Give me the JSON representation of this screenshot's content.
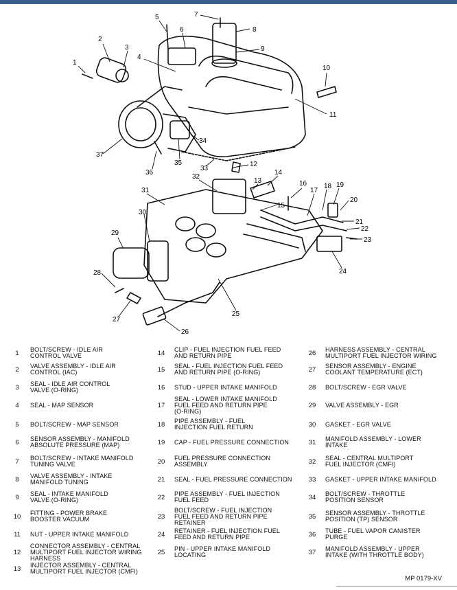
{
  "figure_code": "MP 0179-XV",
  "callouts": [
    "1",
    "2",
    "3",
    "4",
    "5",
    "6",
    "7",
    "8",
    "9",
    "10",
    "11",
    "12",
    "13",
    "14",
    "15",
    "15",
    "16",
    "17",
    "18",
    "19",
    "20",
    "21",
    "22",
    "23",
    "24",
    "25",
    "26",
    "27",
    "28",
    "29",
    "30",
    "31",
    "32",
    "33",
    "34",
    "35",
    "36",
    "37"
  ],
  "legend": [
    {
      "num": "1",
      "text": "BOLT/SCREW - IDLE AIR\nCONTROL VALVE"
    },
    {
      "num": "2",
      "text": "VALVE ASSEMBLY - IDLE AIR\nCONTROL (IAC)"
    },
    {
      "num": "3",
      "text": "SEAL - IDLE AIR CONTROL\nVALVE (O-RING)"
    },
    {
      "num": "4",
      "text": "SEAL - MAP SENSOR"
    },
    {
      "num": "5",
      "text": "BOLT/SCREW - MAP SENSOR"
    },
    {
      "num": "6",
      "text": "SENSOR ASSEMBLY - MANIFOLD\nABSOLUTE PRESSURE (MAP)"
    },
    {
      "num": "7",
      "text": "BOLT/SCREW - INTAKE MANIFOLD\nTUNING VALVE"
    },
    {
      "num": "8",
      "text": "VALVE ASSEMBLY - INTAKE\nMANIFOLD TUNING"
    },
    {
      "num": "9",
      "text": "SEAL - INTAKE MANIFOLD\nVALVE (O-RING)"
    },
    {
      "num": "10",
      "text": "FITTING - POWER BRAKE\nBOOSTER VACUUM"
    },
    {
      "num": "11",
      "text": "NUT - UPPER INTAKE MANIFOLD"
    },
    {
      "num": "12",
      "text": "CONNECTOR ASSEMBLY - CENTRAL\nMULTIPORT FUEL INJECTOR WIRING\nHARNESS"
    },
    {
      "num": "13",
      "text": "INJECTOR ASSEMBLY - CENTRAL\nMULTIPORT FUEL INJECTOR (CMFI)"
    },
    {
      "num": "14",
      "text": "CLIP - FUEL INJECTION FUEL FEED\nAND RETURN PIPE"
    },
    {
      "num": "15",
      "text": "SEAL - FUEL INJECTION FUEL FEED\nAND RETURN PIPE (O-RING)"
    },
    {
      "num": "16",
      "text": "STUD - UPPER INTAKE MANIFOLD"
    },
    {
      "num": "17",
      "text": "SEAL - LOWER INTAKE MANIFOLD\nFUEL FEED AND RETURN PIPE\n(O-RING)"
    },
    {
      "num": "18",
      "text": "PIPE ASSEMBLY - FUEL\nINJECTION FUEL RETURN"
    },
    {
      "num": "19",
      "text": "CAP - FUEL PRESSURE CONNECTION"
    },
    {
      "num": "20",
      "text": "FUEL PRESSURE CONNECTION\nASSEMBLY"
    },
    {
      "num": "21",
      "text": "SEAL - FUEL PRESSURE CONNECTION"
    },
    {
      "num": "22",
      "text": "PIPE ASSEMBLY - FUEL INJECTION\nFUEL FEED"
    },
    {
      "num": "23",
      "text": "BOLT/SCREW - FUEL INJECTION\nFUEL FEED AND RETURN PIPE\nRETAINER"
    },
    {
      "num": "24",
      "text": "RETAINER - FUEL INJECTION FUEL\nFEED AND RETURN PIPE"
    },
    {
      "num": "25",
      "text": "PIN - UPPER INTAKE MANIFOLD\nLOCATING"
    },
    {
      "num": "26",
      "text": "HARNESS ASSEMBLY - CENTRAL\nMULTIPORT FUEL INJECTOR WIRING"
    },
    {
      "num": "27",
      "text": "SENSOR ASSEMBLY - ENGINE\nCOOLANT TEMPERATURE (ECT)"
    },
    {
      "num": "28",
      "text": "BOLT/SCREW - EGR VALVE"
    },
    {
      "num": "29",
      "text": "VALVE ASSEMBLY - EGR"
    },
    {
      "num": "30",
      "text": "GASKET - EGR VALVE"
    },
    {
      "num": "31",
      "text": "MANIFOLD ASSEMBLY - LOWER\nINTAKE"
    },
    {
      "num": "32",
      "text": "SEAL - CENTRAL MULTIPORT\nFUEL INJECTOR (CMFI)"
    },
    {
      "num": "33",
      "text": "GASKET - UPPER INTAKE MANIFOLD"
    },
    {
      "num": "34",
      "text": "BOLT/SCREW - THROTTLE\nPOSITION SENSOR"
    },
    {
      "num": "35",
      "text": "SENSOR ASSEMBLY - THROTTLE\nPOSITION (TP) SENSOR"
    },
    {
      "num": "36",
      "text": "TUBE - FUEL VAPOR CANISTER\nPURGE"
    },
    {
      "num": "37",
      "text": "MANIFOLD ASSEMBLY - UPPER\nINTAKE (WITH THROTTLE BODY)"
    }
  ]
}
